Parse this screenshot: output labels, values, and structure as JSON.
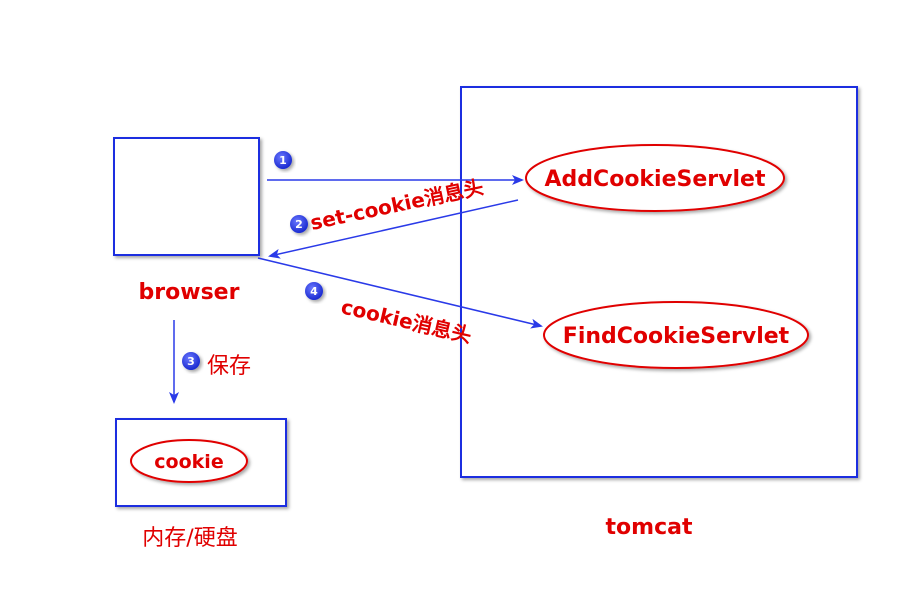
{
  "nodes": {
    "browser_label": "browser",
    "storage_label": "内存/硬盘",
    "storage_item": "cookie",
    "server_label": "tomcat",
    "servlet_add": "AddCookieServlet",
    "servlet_find": "FindCookieServlet"
  },
  "steps": [
    {
      "number": "1",
      "label": ""
    },
    {
      "number": "2",
      "label": "set-cookie消息头"
    },
    {
      "number": "3",
      "label": "保存"
    },
    {
      "number": "4",
      "label": "cookie消息头"
    }
  ],
  "colors": {
    "box_stroke": "#1f2fe0",
    "arrow": "#2a3ae8",
    "label_text": "#e00000",
    "ellipse_stroke": "#e00000",
    "badge_fill": "#1a2ad0"
  }
}
